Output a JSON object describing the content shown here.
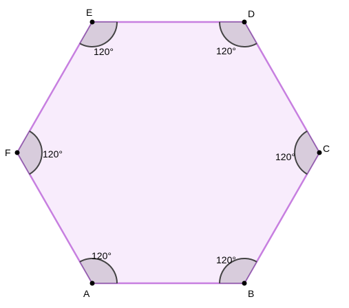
{
  "colors": {
    "hexagon_fill": "#f8ecfc",
    "hexagon_stroke": "#c77fe0",
    "angle_fill": "#d8ccdc",
    "angle_arc": "#444444",
    "angle_side": "#8e5fa8",
    "vertex_point": "#000000"
  },
  "vertices": [
    {
      "id": "A",
      "label": "A",
      "angle": "120°"
    },
    {
      "id": "B",
      "label": "B",
      "angle": "120°"
    },
    {
      "id": "C",
      "label": "C",
      "angle": "120°"
    },
    {
      "id": "D",
      "label": "D",
      "angle": "120°"
    },
    {
      "id": "E",
      "label": "E",
      "angle": "120°"
    },
    {
      "id": "F",
      "label": "F",
      "angle": "120°"
    }
  ]
}
